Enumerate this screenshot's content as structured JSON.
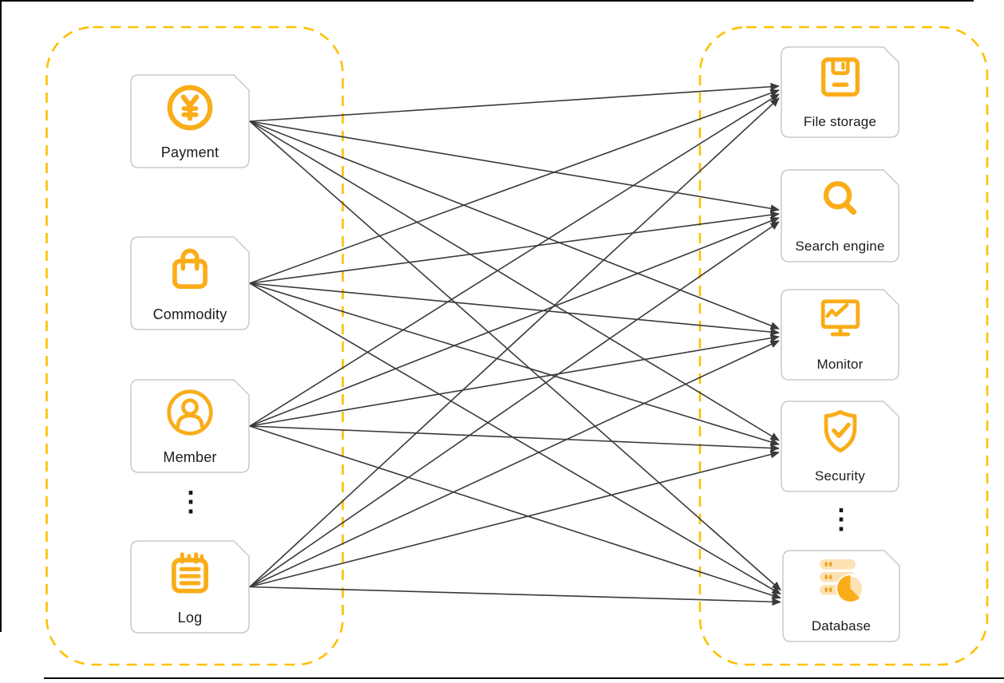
{
  "diagram": {
    "left_group": {
      "items": [
        {
          "id": "payment",
          "label": "Payment",
          "icon": "yen-coin"
        },
        {
          "id": "commodity",
          "label": "Commodity",
          "icon": "shopping-bag"
        },
        {
          "id": "member",
          "label": "Member",
          "icon": "person"
        },
        {
          "id": "log",
          "label": "Log",
          "icon": "notepad"
        }
      ],
      "ellipsis": "⋮"
    },
    "right_group": {
      "items": [
        {
          "id": "file_storage",
          "label": "File storage",
          "icon": "floppy-disk"
        },
        {
          "id": "search_engine",
          "label": "Search engine",
          "icon": "magnifier"
        },
        {
          "id": "monitor",
          "label": "Monitor",
          "icon": "monitor-screen"
        },
        {
          "id": "security",
          "label": "Security",
          "icon": "shield-check"
        },
        {
          "id": "database",
          "label": "Database",
          "icon": "server-pie"
        }
      ],
      "ellipsis": "⋮"
    },
    "edges": [
      {
        "from": "payment",
        "to": "file_storage"
      },
      {
        "from": "payment",
        "to": "search_engine"
      },
      {
        "from": "payment",
        "to": "monitor"
      },
      {
        "from": "payment",
        "to": "security"
      },
      {
        "from": "payment",
        "to": "database"
      },
      {
        "from": "commodity",
        "to": "file_storage"
      },
      {
        "from": "commodity",
        "to": "search_engine"
      },
      {
        "from": "commodity",
        "to": "monitor"
      },
      {
        "from": "commodity",
        "to": "security"
      },
      {
        "from": "commodity",
        "to": "database"
      },
      {
        "from": "member",
        "to": "file_storage"
      },
      {
        "from": "member",
        "to": "search_engine"
      },
      {
        "from": "member",
        "to": "monitor"
      },
      {
        "from": "member",
        "to": "security"
      },
      {
        "from": "member",
        "to": "database"
      },
      {
        "from": "log",
        "to": "file_storage"
      },
      {
        "from": "log",
        "to": "search_engine"
      },
      {
        "from": "log",
        "to": "monitor"
      },
      {
        "from": "log",
        "to": "security"
      },
      {
        "from": "log",
        "to": "database"
      }
    ],
    "colors": {
      "accent": "#FAAD18",
      "boundary_dash": "#FFC000",
      "card_border": "#C9C9C9",
      "edge_line": "#3A3A3A",
      "pale_fill": "#FCE2B2",
      "dot_fill": "#EFA125",
      "text": "#1B1B1B"
    }
  }
}
